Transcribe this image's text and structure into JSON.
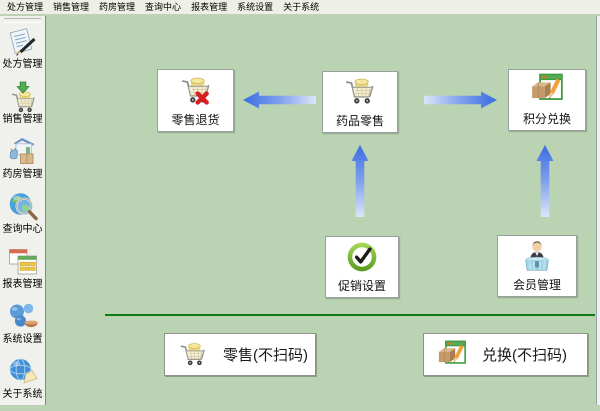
{
  "colors": {
    "main_background": "#b9d3b3",
    "menubar_background": "#eef0e7",
    "sidebar_background": "#f0f0ec",
    "node_background": "#ffffff",
    "arrow_blue": "#3a6ce2",
    "divider_green": "#0e7a12"
  },
  "menubar": {
    "items": [
      {
        "label": "处方管理"
      },
      {
        "label": "销售管理"
      },
      {
        "label": "药房管理"
      },
      {
        "label": "查询中心"
      },
      {
        "label": "报表管理"
      },
      {
        "label": "系统设置"
      },
      {
        "label": "关于系统"
      }
    ]
  },
  "sidebar": {
    "items": [
      {
        "label": "处方管理",
        "icon": "prescription-icon"
      },
      {
        "label": "销售管理",
        "icon": "sales-cart-icon"
      },
      {
        "label": "药房管理",
        "icon": "pharmacy-icon"
      },
      {
        "label": "查询中心",
        "icon": "search-globe-icon"
      },
      {
        "label": "报表管理",
        "icon": "report-icon"
      },
      {
        "label": "系统设置",
        "icon": "system-settings-icon"
      },
      {
        "label": "关于系统",
        "icon": "about-globe-icon"
      }
    ]
  },
  "flow": {
    "nodes": {
      "retail_return": {
        "label": "零售退货",
        "icon": "cart-remove-icon"
      },
      "drug_retail": {
        "label": "药品零售",
        "icon": "cart-icon"
      },
      "points_exchange": {
        "label": "积分兑换",
        "icon": "box-edit-icon"
      },
      "promotion_settings": {
        "label": "促销设置",
        "icon": "check-circle-icon"
      },
      "member_management": {
        "label": "会员管理",
        "icon": "member-desk-icon"
      }
    }
  },
  "shortcut_buttons": {
    "retail_no_scan": {
      "label": "零售(不扫码)",
      "icon": "cart-icon"
    },
    "exchange_no_scan": {
      "label": "兑换(不扫码)",
      "icon": "box-edit-icon"
    }
  }
}
